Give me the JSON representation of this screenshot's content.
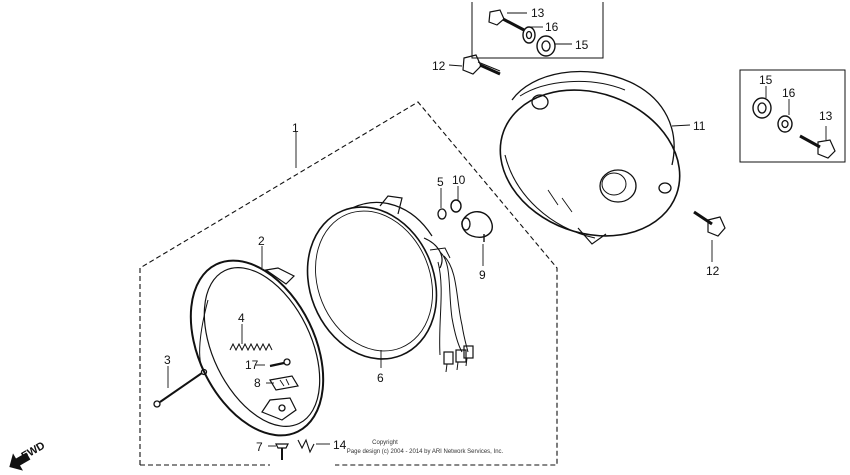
{
  "diagram": {
    "callouts": {
      "p1": "1",
      "p2": "2",
      "p3": "3",
      "p4": "4",
      "p5": "5",
      "p6": "6",
      "p7": "7",
      "p8": "8",
      "p9": "9",
      "p10": "10",
      "p11": "11",
      "p12a": "12",
      "p12b": "12",
      "p13a": "13",
      "p13b": "13",
      "p14": "14",
      "p15a": "15",
      "p15b": "15",
      "p16a": "16",
      "p16b": "16",
      "p17": "17"
    },
    "copyright_line1": "Copyright",
    "copyright_line2": "Page design (c) 2004 - 2014 by ARI Network Services, Inc.",
    "fwd_label": "FWD"
  },
  "colors": {
    "ink": "#111111",
    "paper": "#ffffff"
  }
}
